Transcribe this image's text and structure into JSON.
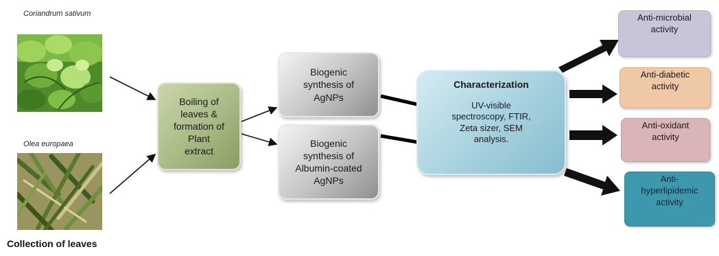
{
  "captions": {
    "coriandrum": "Coriandrum sativum",
    "olea": "Olea europaea",
    "collection": "Collection of leaves"
  },
  "boxes": {
    "plant_extract": "Boiling of\nleaves &\nformation of\nPlant\nextract",
    "agnps": "Biogenic\nsynthesis of\nAgNPs",
    "albumin": "Biogenic\nsynthesis of\nAlbumin-coated\nAgNPs",
    "characterization_title": "Characterization",
    "characterization_body": "UV-visible\nspectroscopy, FTIR,\nZeta sizer, SEM\nanalysis."
  },
  "activities": {
    "antimicrobial": "Anti-microbial\nactivity",
    "antidiabetic": "Anti-diabetic\nactivity",
    "antioxidant": "Anti-oxidant\nactivity",
    "antihyperlipidemic": "Anti-\nhyperlipidemic\nactivity"
  },
  "colors": {
    "antimicrobial": "#c9c5d9",
    "antidiabetic": "#efc9a6",
    "antioxidant": "#d9b5b7",
    "antihyperlipidemic": "#3d97ad"
  },
  "icons": {
    "coriander": "coriander-leaves-photo",
    "olive": "olive-leaves-photo"
  }
}
